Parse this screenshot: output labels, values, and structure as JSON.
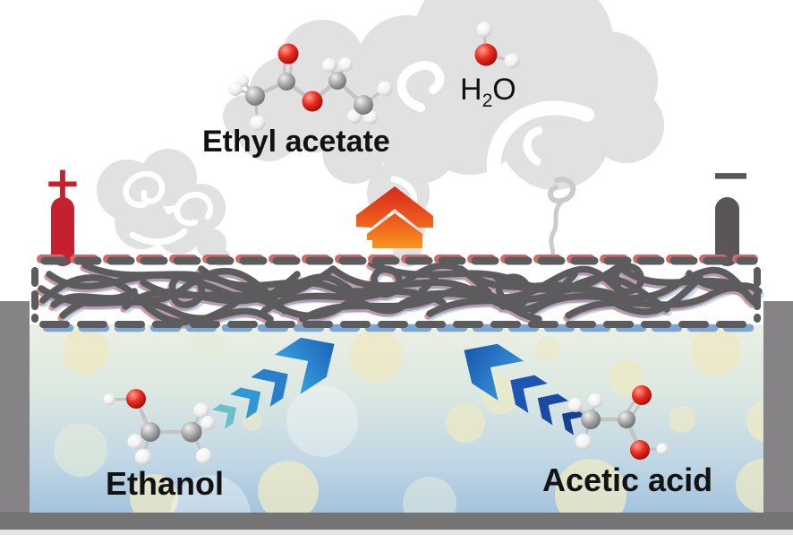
{
  "labels": {
    "ethyl_acetate": "Ethyl acetate",
    "h2o": {
      "h": "H",
      "sub": "2",
      "o": "O"
    },
    "ethanol": "Ethanol",
    "acetic_acid": "Acetic acid"
  },
  "electrodes": {
    "anode_sign": "+",
    "cathode_sign": "−"
  },
  "colors": {
    "anode_red": "#c5202e",
    "cathode_gray": "#5a5658",
    "smoke_gray": "#e1e1e1",
    "wisp_gray": "#cbcbcb",
    "fiber_gray": "#5c5c5e",
    "fiber_shadow_red": "#d06a6a",
    "fiber_shadow_blue": "#7ba6d4",
    "container_gray": "#858385",
    "container_bottom_gray": "#747474",
    "liquid_top": "#ebf0e2",
    "liquid_bottom": "#a2c2dd",
    "arrow_teal": "#58b9c6",
    "arrow_blue": "#2a7fcb",
    "arrow_navy": "#1a4aa4",
    "house_red": "#d7281e",
    "house_orange": "#f8a01f",
    "atom_carbon": "#8d8d8d",
    "atom_oxygen": "#e03020",
    "atom_hydrogen": "#f5f5f5",
    "label_black": "#121212"
  }
}
